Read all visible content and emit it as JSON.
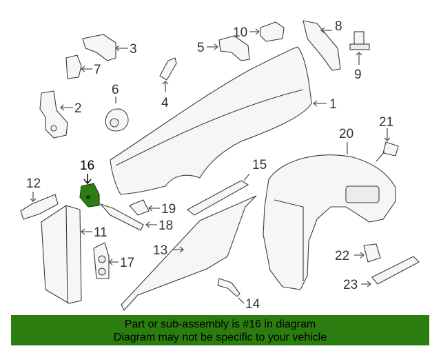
{
  "callouts": {
    "c1": "1",
    "c2": "2",
    "c3": "3",
    "c4": "4",
    "c5": "5",
    "c6": "6",
    "c7": "7",
    "c8": "8",
    "c9": "9",
    "c10": "10",
    "c11": "11",
    "c12": "12",
    "c13": "13",
    "c14": "14",
    "c15": "15",
    "c16": "16",
    "c17": "17",
    "c18": "18",
    "c19": "19",
    "c20": "20",
    "c21": "21",
    "c22": "22",
    "c23": "23"
  },
  "highlight": {
    "part": "16",
    "color": "#2e7d14"
  },
  "banner": {
    "line1": "Part or sub-assembly is #16 in diagram",
    "line2": "Diagram may not be specific to your vehicle",
    "color": "#2b7d0f"
  }
}
